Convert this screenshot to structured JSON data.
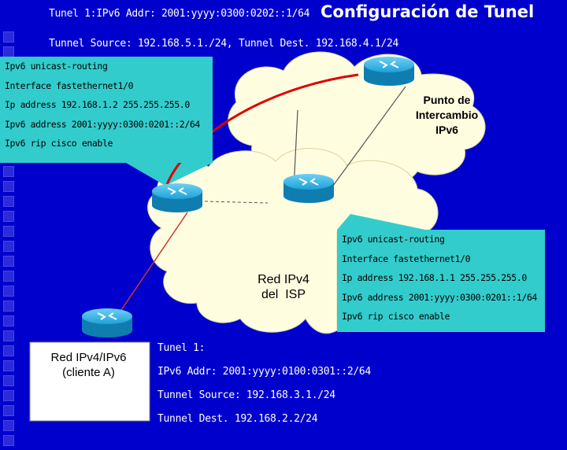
{
  "title": {
    "small": "Tunel 1:IPv6 Addr: 2001:yyyy:0300:0202::1/64",
    "big": "Configuración de Tunel",
    "sub": "Tunnel Source: 192.168.5.1./24, Tunnel Dest. 192.168.4.1/24"
  },
  "left_config": {
    "lines": [
      "Ipv6 unicast-routing",
      "Interface fastethernet1/0",
      "Ip address 192.168.1.2 255.255.255.0",
      "Ipv6 address 2001:yyyy:0300:0201::2/64",
      "Ipv6 rip cisco enable"
    ]
  },
  "right_config": {
    "lines": [
      "Ipv6 unicast-routing",
      "Interface fastethernet1/0",
      "Ip address 192.168.1.1 255.255.255.0",
      "Ipv6 address 2001:yyyy:0300:0201::1/64",
      "Ipv6 rip cisco enable"
    ]
  },
  "labels": {
    "exchange": [
      "Punto de",
      "Intercambio",
      "IPv6"
    ],
    "isp": [
      "Red IPv4",
      "del  ISP"
    ],
    "client": [
      "Red IPv4/IPv6",
      "(cliente A)"
    ]
  },
  "tunnel": {
    "lines": [
      "Tunel 1:",
      "IPv6 Addr: 2001:yyyy:0100:0301::2/64",
      "Tunnel Source: 192.168.3.1./24",
      "Tunnel Dest. 192.168.2.2/24"
    ]
  },
  "colors": {
    "background": "#0000cc",
    "cloud": "#fffde0",
    "callout": "#33cccc",
    "tunnel_link": "#dd0000",
    "router": "#1ea1d8"
  }
}
